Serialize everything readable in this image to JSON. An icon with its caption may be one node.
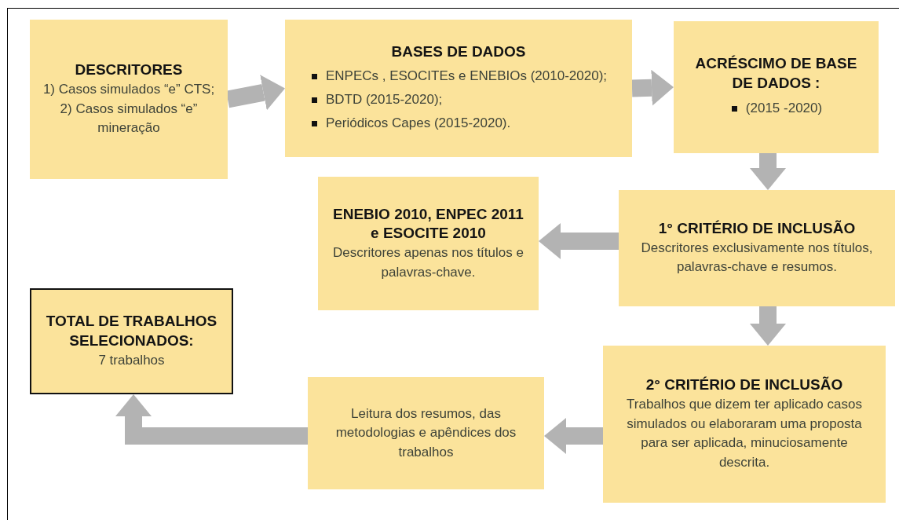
{
  "diagram": {
    "nodes": [
      {
        "text": [
          "DESCRITORES",
          "1) Casos simulados “e” CTS;",
          "2) Casos simulados “e” mineração"
        ]
      },
      {
        "text": [
          "BASES DE DADOS",
          "ENPECs , ESOCITEs e ENEBIOs (2010-2020);",
          "BDTD (2015-2020);",
          "Periódicos  Capes (2015-2020)."
        ]
      },
      {
        "text": [
          "ACRÉSCIMO DE BASE DE DADOS :",
          "(2015 -2020)"
        ]
      },
      {
        "text": [
          "ENEBIO 2010, ENPEC 2011 e ESOCITE 2010",
          "Descritores apenas nos títulos e palavras-chave."
        ]
      },
      {
        "text": [
          "1° CRITÉRIO DE INCLUSÃO",
          "Descritores exclusivamente nos títulos, palavras-chave e resumos."
        ]
      },
      {
        "text": [
          "TOTAL DE TRABALHOS SELECIONADOS:",
          "7 trabalhos"
        ]
      },
      {
        "text": [
          "Leitura dos resumos, das metodologias  e apêndices dos trabalhos"
        ]
      },
      {
        "text": [
          "2° CRITÉRIO DE INCLUSÃO",
          "Trabalhos que dizem ter aplicado casos simulados ou elaboraram uma proposta  para ser aplicada, minuciosamente descrita."
        ]
      }
    ],
    "edges": [
      {
        "from": 0,
        "to": 1,
        "arrow": "to"
      },
      {
        "from": 1,
        "to": 2,
        "arrow": "to"
      },
      {
        "from": 2,
        "to": 4,
        "arrow": "to"
      },
      {
        "from": 4,
        "to": 3,
        "arrow": "to"
      },
      {
        "from": 4,
        "to": 7,
        "arrow": "to"
      },
      {
        "from": 7,
        "to": 6,
        "arrow": "to"
      },
      {
        "from": 6,
        "to": 5,
        "arrow": "to"
      }
    ]
  }
}
